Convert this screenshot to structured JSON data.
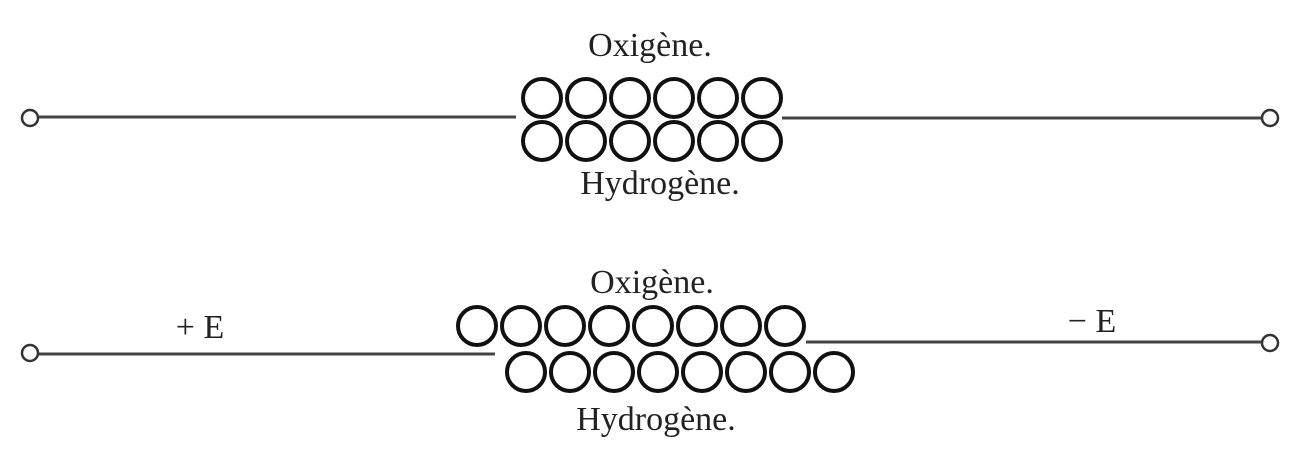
{
  "diagram_top": {
    "oxygen_label": "Oxigène.",
    "hydrogen_label": "Hydrogène.",
    "oxygen_count": 6,
    "hydrogen_count": 6
  },
  "diagram_bottom": {
    "oxygen_label": "Oxigène.",
    "hydrogen_label": "Hydrogène.",
    "positive_label": "+ E",
    "negative_label": "− E",
    "oxygen_count": 8,
    "hydrogen_count": 8
  }
}
